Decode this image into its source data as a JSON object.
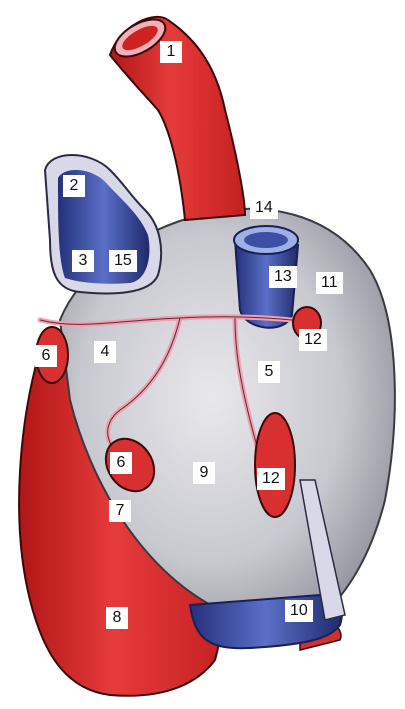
{
  "figure": {
    "labels": {
      "l1": "1",
      "l2": "2",
      "l3": "3",
      "l4": "4",
      "l5": "5",
      "l6a": "6",
      "l6b": "6",
      "l7": "7",
      "l8": "8",
      "l9": "9",
      "l10": "10",
      "l11": "11",
      "l12a": "12",
      "l12b": "12",
      "l13": "13",
      "l14": "14",
      "l15": "15"
    }
  }
}
